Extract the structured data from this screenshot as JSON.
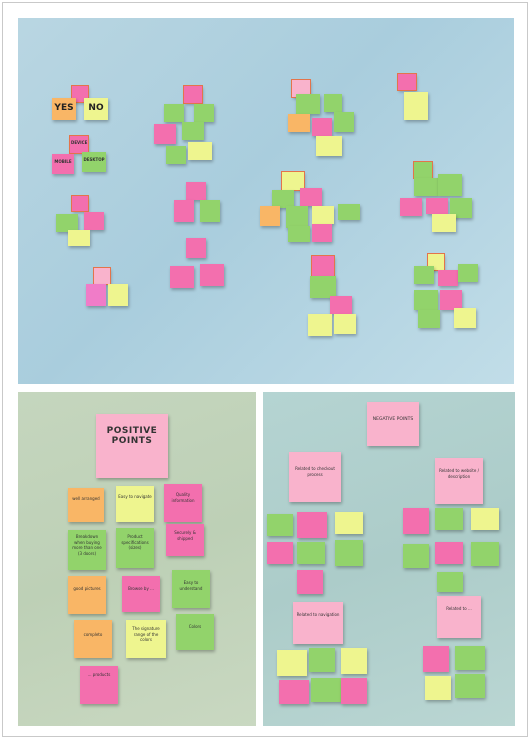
{
  "top_photo": {
    "notes": [
      {
        "id": "t1",
        "text": "",
        "color": "pk"
      },
      {
        "id": "t2",
        "text": "YES",
        "color": "or"
      },
      {
        "id": "t3",
        "text": "NO",
        "color": "yl"
      },
      {
        "id": "t4",
        "text": "DEVICE",
        "color": "pk"
      },
      {
        "id": "t5",
        "text": "MOBILE",
        "color": "pk"
      },
      {
        "id": "t6",
        "text": "DESKTOP",
        "color": "gr"
      }
    ]
  },
  "positive_photo": {
    "title": "POSITIVE POINTS",
    "notes": [
      {
        "id": "p1",
        "text": "well arranged",
        "color": "or"
      },
      {
        "id": "p2",
        "text": "Easy to navigate",
        "color": "yl"
      },
      {
        "id": "p3",
        "text": "Quality information",
        "color": "pk"
      },
      {
        "id": "p4",
        "text": "Breakdown when buying more than one (3 doors)",
        "color": "gr"
      },
      {
        "id": "p5",
        "text": "Product specifications (sizes)",
        "color": "gr"
      },
      {
        "id": "p6",
        "text": "Securely & shipped",
        "color": "pk"
      },
      {
        "id": "p7",
        "text": "good pictures",
        "color": "or"
      },
      {
        "id": "p8",
        "text": "Browse by ... ",
        "color": "pk"
      },
      {
        "id": "p9",
        "text": "Easy to understand",
        "color": "gr"
      },
      {
        "id": "p10",
        "text": "completo",
        "color": "or"
      },
      {
        "id": "p11",
        "text": "The signature range of the colors",
        "color": "yl"
      },
      {
        "id": "p12",
        "text": "Colors",
        "color": "gr"
      },
      {
        "id": "p13",
        "text": "... products",
        "color": "pk"
      }
    ]
  },
  "negative_photo": {
    "title": "NEGATIVE POINTS",
    "groups": [
      {
        "label": "Related to checkout process"
      },
      {
        "label": "Related to website / description"
      },
      {
        "label": "Related to navigation"
      },
      {
        "label": "Related to ... "
      }
    ]
  }
}
